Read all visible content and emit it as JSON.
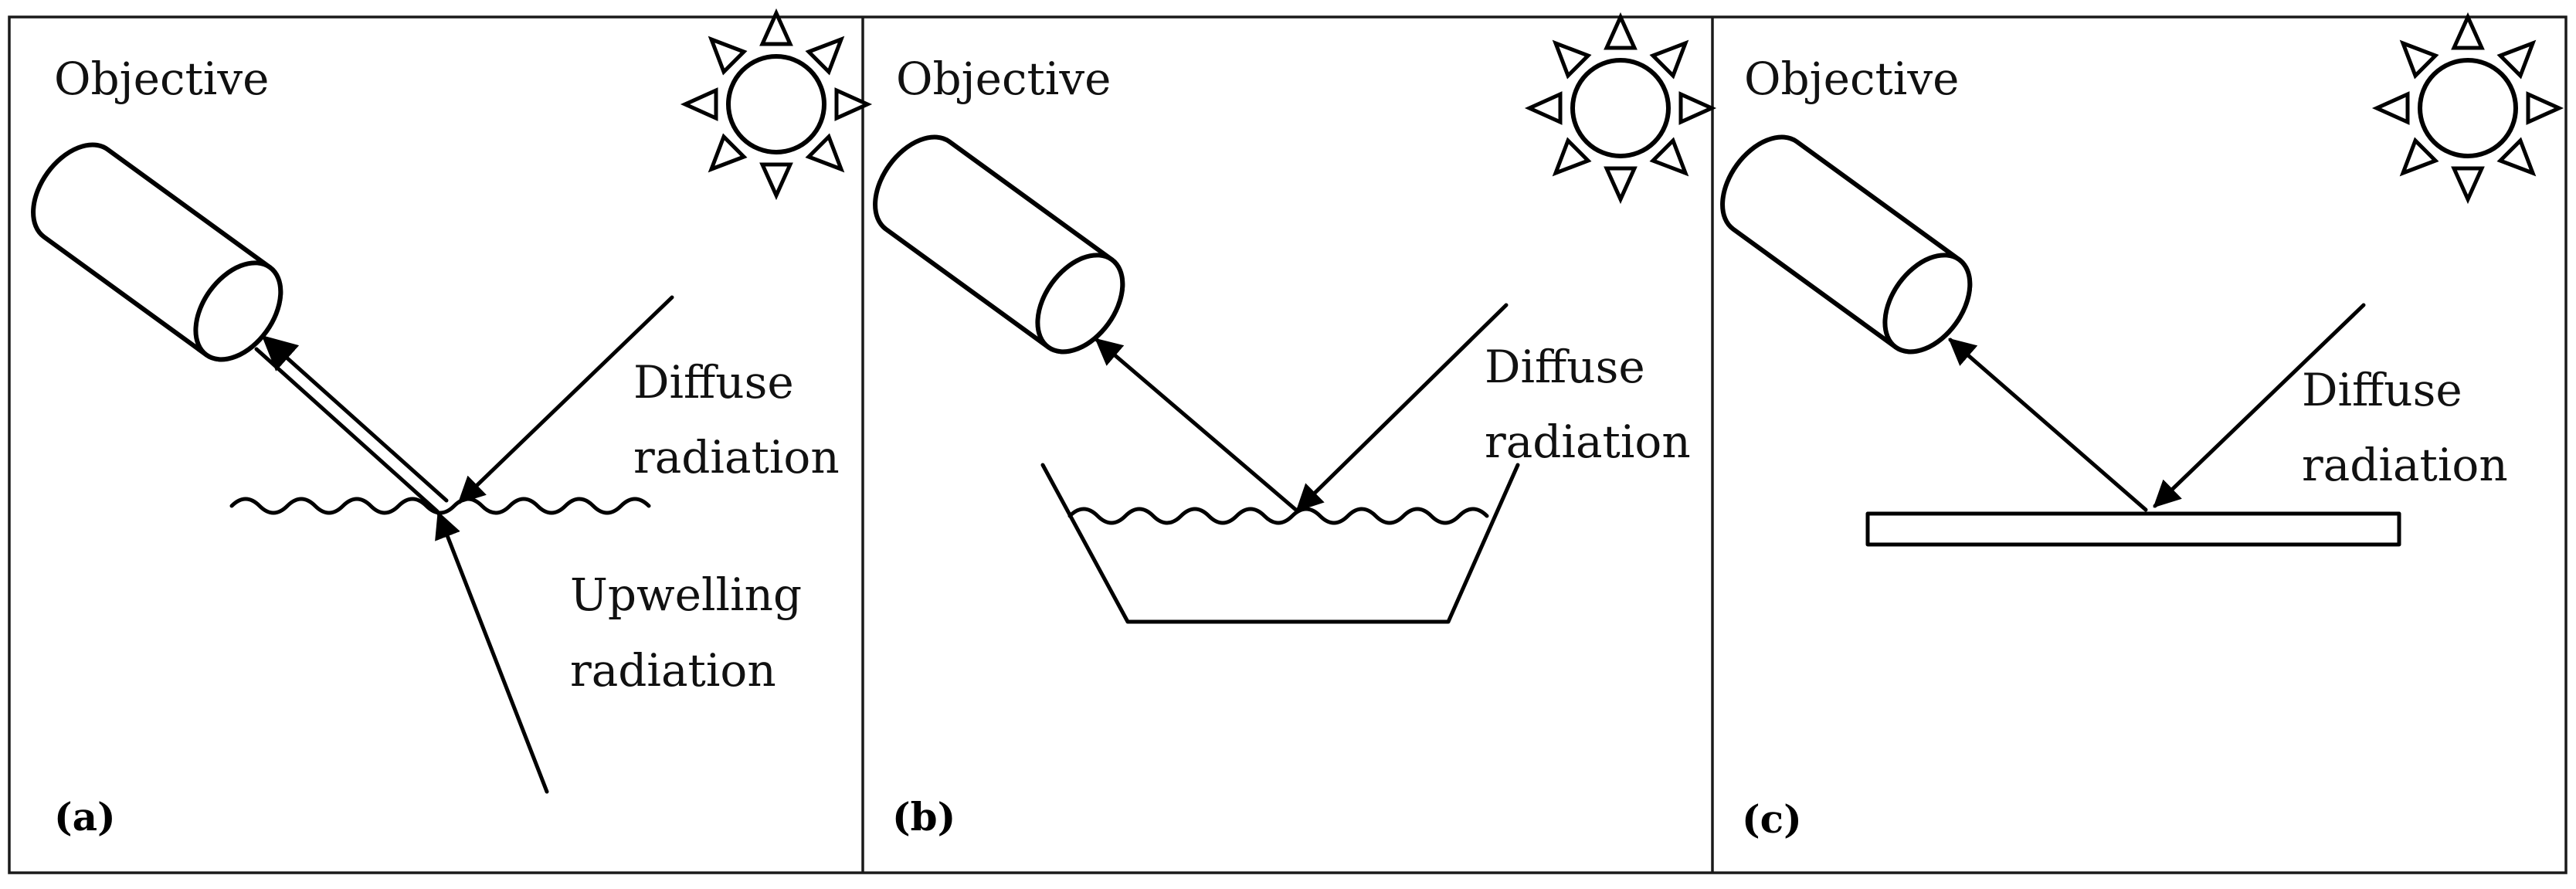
{
  "panels": [
    {
      "id": "a",
      "tag": "(a)",
      "objective_label": "Objective",
      "diffuse_label": [
        "Diffuse",
        "radiation"
      ],
      "upwelling_label": [
        "Upwelling",
        "radiation"
      ]
    },
    {
      "id": "b",
      "tag": "(b)",
      "objective_label": "Objective",
      "diffuse_label": [
        "Diffuse",
        "radiation"
      ]
    },
    {
      "id": "c",
      "tag": "(c)",
      "objective_label": "Objective",
      "diffuse_label": [
        "Diffuse",
        "radiation"
      ]
    }
  ],
  "icons": {
    "sun": "sun-icon",
    "objective": "objective-cylinder-icon"
  }
}
